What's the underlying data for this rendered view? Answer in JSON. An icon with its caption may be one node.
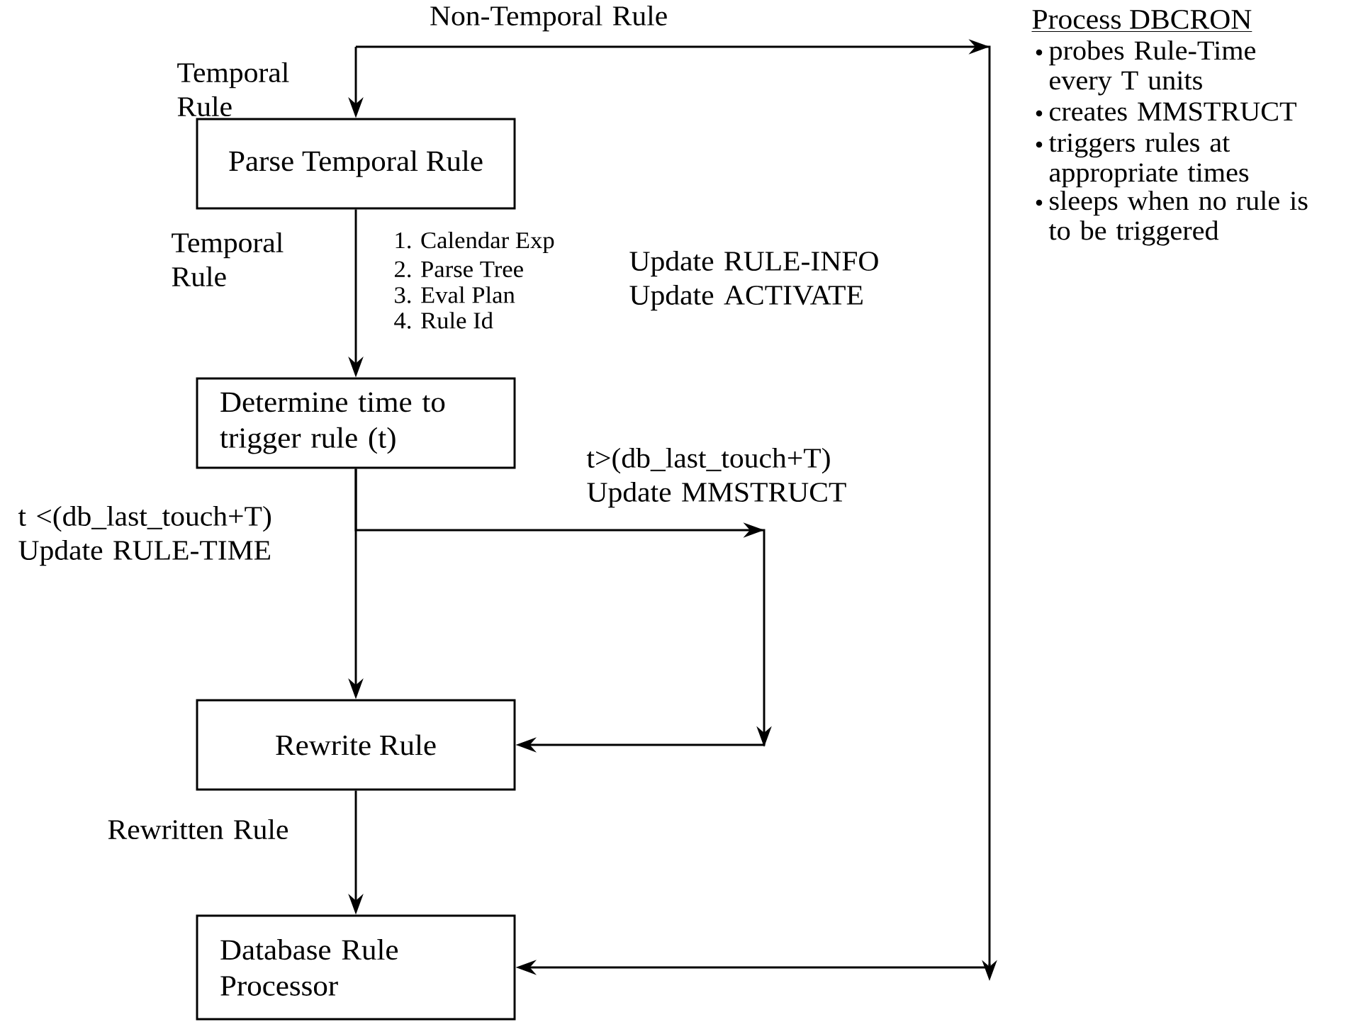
{
  "diagram": {
    "nodes": [
      {
        "text": [
          "Parse Temporal Rule"
        ]
      },
      {
        "text": [
          "Determine time to trigger rule (t)"
        ]
      },
      {
        "text": [
          "Rewrite Rule"
        ]
      },
      {
        "text": [
          "Database Rule Processor"
        ]
      }
    ],
    "edges": [
      {
        "from": null,
        "to": 0,
        "arrow": "to",
        "label": "Temporal Rule"
      },
      {
        "from": null,
        "to": 3,
        "arrow": "to",
        "label": "Non-Temporal Rule"
      },
      {
        "from": 0,
        "to": 1,
        "arrow": "to",
        "label": "Temporal Rule"
      },
      {
        "from": 1,
        "to": 2,
        "arrow": "to",
        "label": "t <(db_last_touch+T) Update RULE-TIME"
      },
      {
        "from": 1,
        "to": 2,
        "arrow": "to",
        "label": "t>(db_last_touch+T) Update MMSTRUCT"
      },
      {
        "from": 2,
        "to": 3,
        "arrow": "to",
        "label": "Rewritten Rule"
      }
    ],
    "labels": [
      "1. Calendar Exp",
      "2. Parse Tree",
      "3. Eval Plan",
      "4. Rule Id",
      "Update RULE-INFO Update ACTIVATE",
      "Process DBCRON",
      "probes Rule-Time every T units",
      "creates MMSTRUCT",
      "triggers rules at appropriate times",
      "sleeps when no rule is to be triggered"
    ]
  }
}
